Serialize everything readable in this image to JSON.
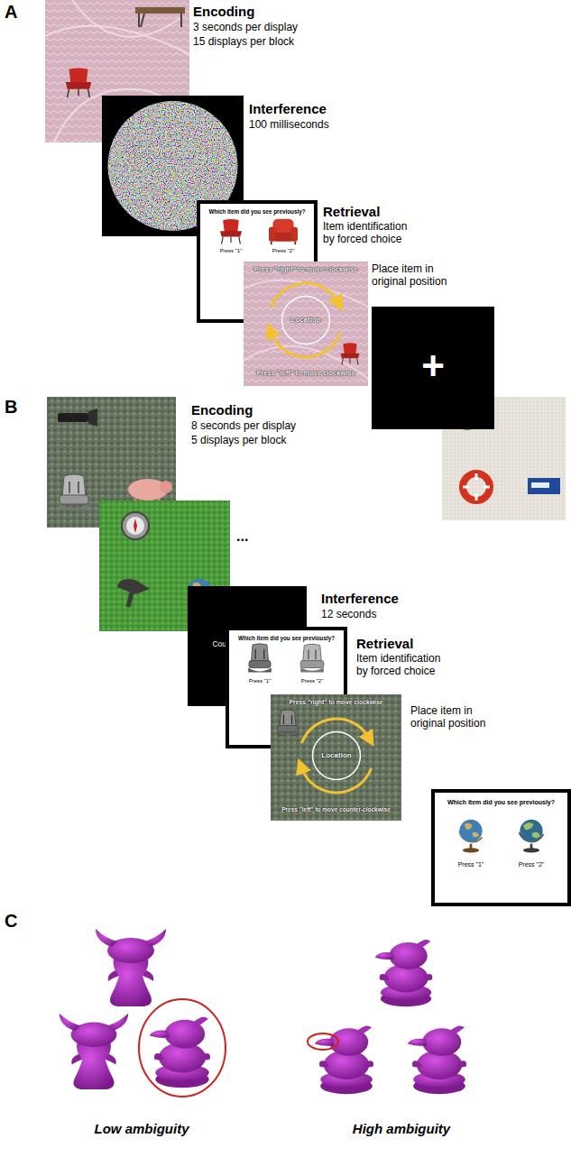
{
  "diagram": {
    "nodes": [
      {
        "text": [
          "Which item did you see previously?",
          "Press \"1\"",
          "Press \"2\""
        ]
      },
      {
        "text": [
          "Press \"right\" to move clockwise",
          "Press \"left\" to move clockwise"
        ]
      },
      {
        "text": [
          "Location"
        ],
        "in": 1
      },
      {
        "text": [
          "+"
        ]
      },
      {
        "text": [
          "Counting backwards"
        ]
      },
      {
        "text": [
          "Which item did you see previously?",
          "Press \"1\"",
          "Press \"2\""
        ]
      },
      {
        "text": [
          "Press \"right\" to move clockwise",
          "Press \"left\" to move counter-clockwise"
        ]
      },
      {
        "text": [
          "Location"
        ],
        "in": 6
      },
      {
        "text": [
          "Which item did you see previously?",
          "Press \"1\"",
          "Press \"2\""
        ]
      }
    ],
    "labels": [
      "A",
      "Encoding",
      "3 seconds per display",
      "15 displays per block",
      "Interference",
      "100 milliseconds",
      "Retrieval",
      "Item identification by forced choice",
      "Place item in original position",
      "B",
      "Encoding",
      "8 seconds per display",
      "5 displays per block",
      "...",
      "Interference",
      "12 seconds",
      "Retrieval",
      "Item identification by forced choice",
      "Place item in original position",
      "C",
      "Low ambiguity",
      "High ambiguity"
    ]
  }
}
